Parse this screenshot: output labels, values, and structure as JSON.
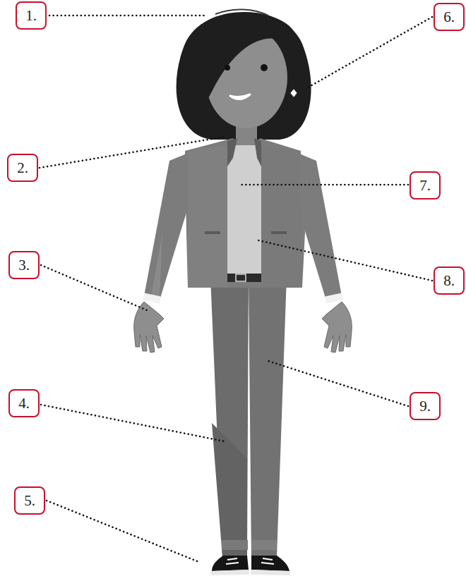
{
  "diagram": {
    "nodes": [
      {
        "text": [
          "1."
        ]
      },
      {
        "text": [
          "2."
        ]
      },
      {
        "text": [
          "3."
        ]
      },
      {
        "text": [
          "4."
        ]
      },
      {
        "text": [
          "5."
        ]
      },
      {
        "text": [
          "6."
        ]
      },
      {
        "text": [
          "7."
        ]
      },
      {
        "text": [
          "8."
        ]
      },
      {
        "text": [
          "9."
        ]
      }
    ]
  }
}
